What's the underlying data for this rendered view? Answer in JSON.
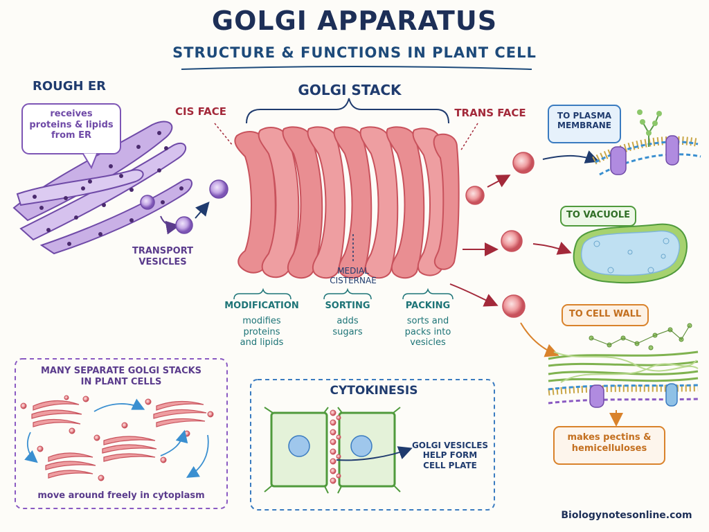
{
  "title": "GOLGI APPARATUS",
  "subtitle": "STRUCTURE & FUNCTIONS IN PLANT CELL",
  "rough_er": {
    "heading": "ROUGH ER",
    "bubble": "receives\nproteins & lipids\nfrom ER"
  },
  "transport_vesicles": "TRANSPORT\nVESICLES",
  "golgi_stack": {
    "heading": "GOLGI STACK",
    "cis_face": "CIS FACE",
    "trans_face": "TRANS FACE",
    "medial": "MEDIAL\nCISTERNAE"
  },
  "functions": [
    {
      "title": "MODIFICATION",
      "text": "modifies\nproteins\nand lipids"
    },
    {
      "title": "SORTING",
      "text": "adds\nsugars"
    },
    {
      "title": "PACKING",
      "text": "sorts and\npacks into\nvesicles"
    }
  ],
  "destinations": {
    "plasma_membrane": "TO PLASMA\nMEMBRANE",
    "vacuole": "TO VACUOLE",
    "cell_wall": "TO CELL WALL",
    "cell_wall_note": "makes pectins &\nhemicelluloses"
  },
  "many_stacks": {
    "heading": "MANY SEPARATE GOLGI STACKS\nIN PLANT CELLS",
    "caption": "move around freely in cytoplasm"
  },
  "cytokinesis": {
    "heading": "CYTOKINESIS",
    "note": "GOLGI VESICLES\nHELP FORM\nCELL PLATE"
  },
  "credit": "Biologynotesonline.com",
  "colors": {
    "golgi": "#e98e92",
    "golgi_dark": "#c8525c",
    "er": "#b79ad8",
    "teal": "#1d7477",
    "vacuole": "#bfe0f2",
    "cell_green": "#8cc76a"
  }
}
